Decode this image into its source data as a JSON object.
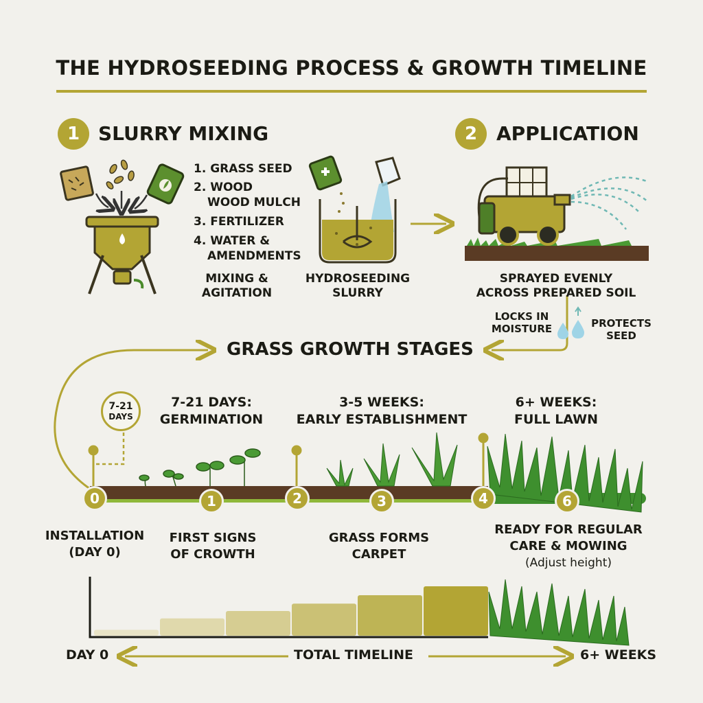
{
  "title": "THE HYDROSEEDING PROCESS & GROWTH TIMELINE",
  "colors": {
    "accent": "#b3a534",
    "grass": "#3e8f2e",
    "soil": "#5a3b24",
    "background": "#f2f1ec"
  },
  "step1": {
    "number": "1",
    "title": "SLURRY MIXING",
    "ingredients": [
      "1. GRASS SEED",
      "2. WOOD",
      "WOOD MULCH",
      "3. FERTILIZER",
      "4. WATER &",
      "AMENDMENTS"
    ],
    "mixer_caption": [
      "MIXING &",
      "AGITATION"
    ],
    "slurry_caption": [
      "HYDROSEEDING",
      "SLURRY"
    ],
    "icons": [
      "seed-bag-icon",
      "seeds-icon",
      "fertilizer-bottle-icon",
      "mixer-tank-icon",
      "water-pitcher-icon",
      "slurry-tub-icon"
    ]
  },
  "step2": {
    "number": "2",
    "title": "APPLICATION",
    "caption": [
      "SPRAYED EVENLY",
      "ACROSS PREPARED SOIL"
    ],
    "locks": [
      "LOCKS IN",
      "MOISTURE"
    ],
    "protects": [
      "PROTECTS",
      "SEED"
    ],
    "icons": [
      "hydroseeder-truck-icon",
      "water-drops-icon"
    ]
  },
  "growth": {
    "title": "GRASS GROWTH STAGES",
    "bubble": [
      "7-21",
      "DAYS"
    ],
    "headers": [
      {
        "line1": "7-21 DAYS:",
        "line2": "GERMINATION"
      },
      {
        "line1": "3-5 WEEKS:",
        "line2": "EARLY ESTABLISHMENT"
      },
      {
        "line1": "6+ WEEKS:",
        "line2": "FULL LAWN"
      }
    ],
    "nodes": [
      "0",
      "1",
      "2",
      "3",
      "4",
      "6"
    ],
    "captions": {
      "installation": [
        "INSTALLATION",
        "(DAY 0)"
      ],
      "first_signs": [
        "FIRST SIGNS",
        "OF CROWTH"
      ],
      "carpet": [
        "GRASS FORMS",
        "CARPET"
      ],
      "ready": [
        "READY FOR REGULAR",
        "CARE & MOWING"
      ],
      "ready_note": "(Adjust height)"
    }
  },
  "timeline": {
    "start": "DAY 0",
    "label": "TOTAL TIMELINE",
    "end": "6+ WEEKS",
    "bar_levels": [
      0.12,
      0.35,
      0.5,
      0.65,
      0.82,
      1.0
    ],
    "bar_colors": [
      "#e9e4c6",
      "#e0d9ac",
      "#d6cd92",
      "#cbc175",
      "#beb455",
      "#b3a534"
    ]
  }
}
